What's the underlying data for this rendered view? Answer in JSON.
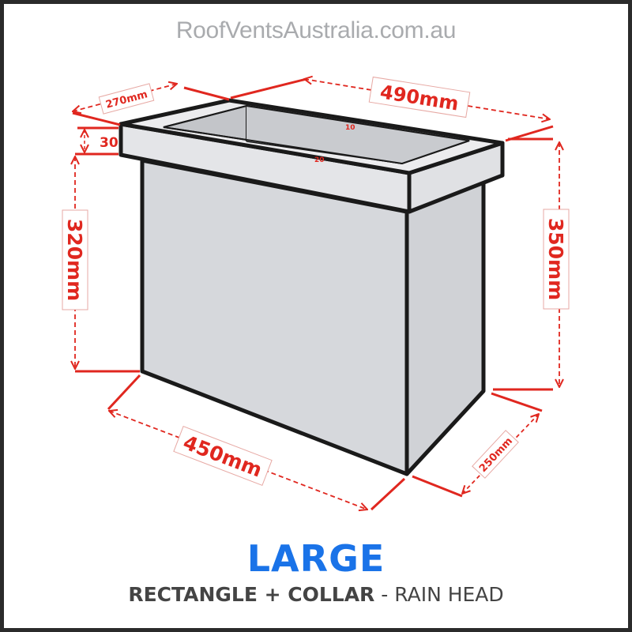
{
  "header": {
    "site_name": "RoofVentsAustralia.com.au"
  },
  "diagram": {
    "subject": "rectangle rain head with collar",
    "dimensions": {
      "collar_depth": "270mm",
      "collar_width": "490mm",
      "collar_height": "30",
      "body_height_left": "320mm",
      "body_height_right": "350mm",
      "body_width": "450mm",
      "body_depth": "250mm",
      "inner_lip_back": "10",
      "inner_lip_front": "20"
    },
    "colors": {
      "dimension_red": "#e0271f",
      "outline": "#1a1a1a",
      "face_front": "#d6d8dc",
      "face_top": "#e9eaec",
      "face_side": "#d0d2d6",
      "inner": "#c3c5c9",
      "title_blue": "#1a73e8"
    }
  },
  "footer": {
    "size_label": "LARGE",
    "product_bold": "RECTANGLE + COLLAR",
    "product_sep": " - ",
    "product_rest": "RAIN HEAD"
  }
}
